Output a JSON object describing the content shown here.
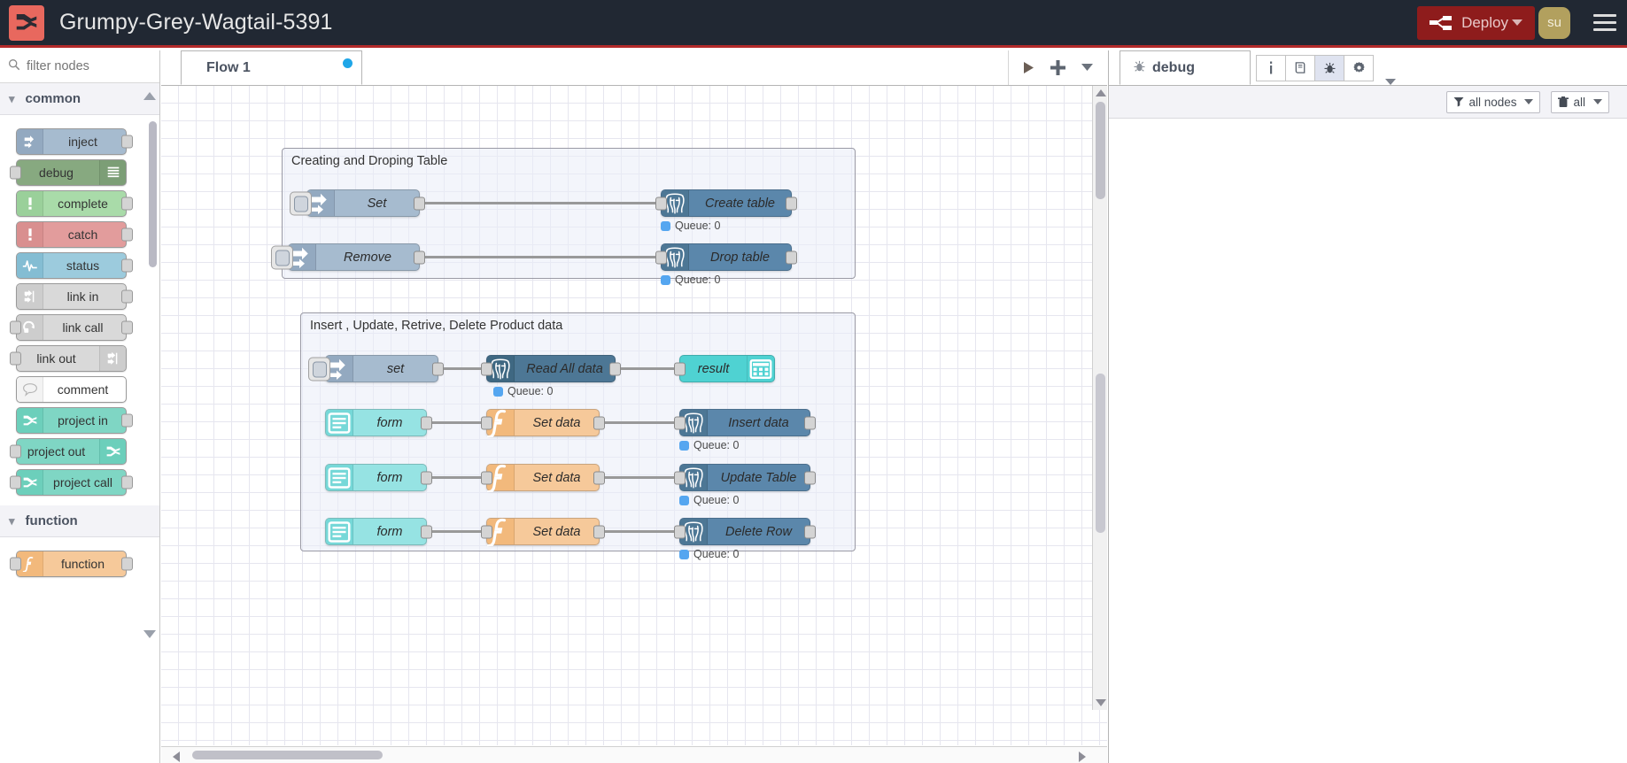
{
  "header": {
    "logo_icon": "node-red-logo-icon",
    "title": "Grumpy-Grey-Wagtail-5391",
    "deploy_label": "Deploy",
    "deploy_icon": "deploy-icon",
    "deploy_caret_icon": "chevron-down-icon",
    "avatar_initials": "su",
    "menu_icon": "hamburger-menu-icon",
    "accent_color": "#8e1c1c",
    "background_color": "#212833",
    "border_color": "#b32a2a"
  },
  "palette": {
    "search_placeholder": "filter nodes",
    "search_icon": "search-icon",
    "categories": [
      {
        "name": "common",
        "chevron": "⌄",
        "nodes": [
          {
            "label": "inject",
            "icon": "inject-arrow-icon",
            "color": "#a6bbcf",
            "iconbg": "#93a9c0",
            "align": "ltr",
            "ports": "out"
          },
          {
            "label": "debug",
            "icon": "debug-list-icon",
            "color": "#87a980",
            "iconbg": "#7c9e76",
            "align": "rtl",
            "ports": "in"
          },
          {
            "label": "complete",
            "icon": "exclamation-icon",
            "color": "#a9dba9",
            "iconbg": "#9ad09a",
            "align": "ltr",
            "ports": "out"
          },
          {
            "label": "catch",
            "icon": "exclamation-icon",
            "color": "#e29c9c",
            "iconbg": "#d98f8f",
            "align": "ltr",
            "ports": "out"
          },
          {
            "label": "status",
            "icon": "pulse-icon",
            "color": "#9ccbdd",
            "iconbg": "#84bdd3",
            "align": "ltr",
            "ports": "out"
          },
          {
            "label": "link in",
            "icon": "link-in-icon",
            "color": "#d9d9d9",
            "iconbg": "#cdcdcd",
            "align": "ltr",
            "ports": "out"
          },
          {
            "label": "link call",
            "icon": "link-call-icon",
            "color": "#d9d9d9",
            "iconbg": "#cdcdcd",
            "align": "ltr",
            "ports": "both"
          },
          {
            "label": "link out",
            "icon": "link-out-icon",
            "color": "#d9d9d9",
            "iconbg": "#cdcdcd",
            "align": "rtl",
            "ports": "in"
          },
          {
            "label": "comment",
            "icon": "comment-bubble-icon",
            "color": "#ffffff",
            "iconbg": "#f3f3f3",
            "align": "ltr",
            "ports": "none"
          },
          {
            "label": "project in",
            "icon": "project-icon",
            "color": "#7fd6c4",
            "iconbg": "#6ccfbb",
            "align": "ltr",
            "ports": "out"
          },
          {
            "label": "project out",
            "icon": "project-icon",
            "color": "#7fd6c4",
            "iconbg": "#6ccfbb",
            "align": "rtl",
            "ports": "in"
          },
          {
            "label": "project call",
            "icon": "project-icon",
            "color": "#7fd6c4",
            "iconbg": "#6ccfbb",
            "align": "ltr",
            "ports": "both"
          }
        ]
      },
      {
        "name": "function",
        "chevron": "⌄",
        "nodes": [
          {
            "label": "function",
            "icon": "function-f-icon",
            "color": "#f6c99a",
            "iconbg": "#f2b97c",
            "align": "ltr",
            "ports": "both"
          }
        ]
      }
    ]
  },
  "workspace": {
    "tabs": [
      {
        "label": "Flow 1",
        "has_change_dot": true
      }
    ],
    "actions": [
      {
        "name": "run-button",
        "icon": "play-icon"
      },
      {
        "name": "add-flow-button",
        "icon": "plus-icon"
      },
      {
        "name": "flow-menu-button",
        "icon": "chevron-down-icon"
      }
    ]
  },
  "flow": {
    "groups": [
      {
        "title": "Creating and Droping Table",
        "rows": [
          {
            "source": {
              "label": "Set",
              "type": "inject",
              "icon": "inject-arrow-icon",
              "color": "#a6bbcf",
              "iconbg": "#93a9c0",
              "selected": true
            },
            "target": {
              "label": "Create table",
              "type": "postgres",
              "icon": "postgres-elephant-icon",
              "color": "#5b87ab",
              "iconbg": "#4d7795"
            },
            "status": "Queue: 0"
          },
          {
            "source": {
              "label": "Remove",
              "type": "inject",
              "icon": "inject-arrow-icon",
              "color": "#a6bbcf",
              "iconbg": "#93a9c0",
              "selected": true
            },
            "target": {
              "label": "Drop table",
              "type": "postgres",
              "icon": "postgres-elephant-icon",
              "color": "#5b87ab",
              "iconbg": "#4d7795"
            },
            "status": "Queue: 0"
          }
        ]
      },
      {
        "title": "Insert , Update, Retrive, Delete Product data",
        "rows": [
          {
            "source": {
              "label": "set",
              "type": "inject",
              "icon": "inject-arrow-icon",
              "color": "#a6bbcf",
              "iconbg": "#93a9c0",
              "selected": true
            },
            "middle": {
              "label": "Read All data",
              "type": "postgres",
              "icon": "postgres-elephant-icon",
              "color": "#4d7795",
              "iconbg": "#3f6882"
            },
            "target": {
              "label": "result",
              "type": "ui-table",
              "icon": "table-grid-icon",
              "color": "#4fd2d2",
              "iconbg": "#4fd2d2",
              "align": "rtl"
            },
            "status": "Queue: 0"
          },
          {
            "source": {
              "label": "form",
              "type": "ui-form",
              "icon": "form-list-icon",
              "color": "#96e3e3",
              "iconbg": "#76d8d8"
            },
            "middle": {
              "label": "Set data",
              "type": "function",
              "icon": "function-f-icon",
              "color": "#f6c99a",
              "iconbg": "#f2b97c"
            },
            "target": {
              "label": "Insert data",
              "type": "postgres",
              "icon": "postgres-elephant-icon",
              "color": "#5b87ab",
              "iconbg": "#4d7795"
            },
            "status": "Queue: 0"
          },
          {
            "source": {
              "label": "form",
              "type": "ui-form",
              "icon": "form-list-icon",
              "color": "#96e3e3",
              "iconbg": "#76d8d8"
            },
            "middle": {
              "label": "Set data",
              "type": "function",
              "icon": "function-f-icon",
              "color": "#f6c99a",
              "iconbg": "#f2b97c"
            },
            "target": {
              "label": "Update Table",
              "type": "postgres",
              "icon": "postgres-elephant-icon",
              "color": "#5b87ab",
              "iconbg": "#4d7795"
            },
            "status": "Queue: 0"
          },
          {
            "source": {
              "label": "form",
              "type": "ui-form",
              "icon": "form-list-icon",
              "color": "#96e3e3",
              "iconbg": "#76d8d8"
            },
            "middle": {
              "label": "Set data",
              "type": "function",
              "icon": "function-f-icon",
              "color": "#f6c99a",
              "iconbg": "#f2b97c"
            },
            "target": {
              "label": "Delete Row",
              "type": "postgres",
              "icon": "postgres-elephant-icon",
              "color": "#5b87ab",
              "iconbg": "#4d7795"
            },
            "status": "Queue: 0"
          }
        ]
      }
    ]
  },
  "sidebar": {
    "tab_label": "debug",
    "tab_icon": "bug-icon",
    "icon_buttons": [
      {
        "name": "info-tab-button",
        "icon": "info-i-icon",
        "active": false
      },
      {
        "name": "help-tab-button",
        "icon": "book-icon",
        "active": false
      },
      {
        "name": "debug-tab-button",
        "icon": "bug-icon",
        "active": true
      },
      {
        "name": "config-tab-button",
        "icon": "gear-icon",
        "active": false
      }
    ],
    "more_icon": "chevron-down-icon",
    "filters": [
      {
        "name": "node-filter-dropdown",
        "label": "all nodes",
        "icon": "filter-funnel-icon"
      },
      {
        "name": "clear-filter-dropdown",
        "label": "all",
        "icon": "trash-icon"
      }
    ],
    "messages": []
  }
}
